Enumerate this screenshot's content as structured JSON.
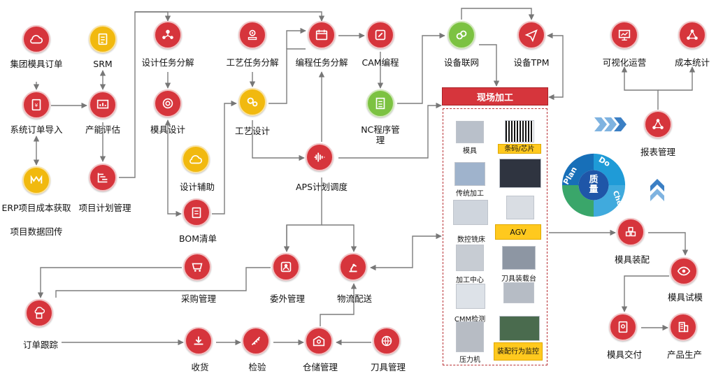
{
  "nodes": {
    "group_order": {
      "label": "集团模具订单",
      "icon": "cloud-icon"
    },
    "srm": {
      "label": "SRM",
      "icon": "document-icon"
    },
    "design_task": {
      "label": "设计任务分解",
      "icon": "team-icon"
    },
    "process_task": {
      "label": "工艺任务分解",
      "icon": "gear-icon"
    },
    "program_task": {
      "label": "编程任务分解",
      "icon": "calendar-icon"
    },
    "cam": {
      "label": "CAM编程",
      "icon": "edit-icon"
    },
    "device_net": {
      "label": "设备联网",
      "icon": "link-icon"
    },
    "tpm": {
      "label": "设备TPM",
      "icon": "send-icon"
    },
    "visual_ops": {
      "label": "可视化运营",
      "icon": "monitor-icon"
    },
    "cost_stat": {
      "label": "成本统计",
      "icon": "network-icon"
    },
    "order_import": {
      "label": "系统订单导入",
      "icon": "receipt-icon"
    },
    "capacity": {
      "label": "产能评估",
      "icon": "chart-icon"
    },
    "mold_design": {
      "label": "模具设计",
      "icon": "target-icon"
    },
    "process_design": {
      "label": "工艺设计",
      "icon": "gears-icon"
    },
    "nc": {
      "label": "NC程序管理",
      "icon": "checklist-icon"
    },
    "report": {
      "label": "报表管理",
      "icon": "network-icon"
    },
    "erp": {
      "label": "ERP项目成本获取",
      "label2": "项目数据回传",
      "icon": "m-logo-icon"
    },
    "plan": {
      "label": "项目计划管理",
      "icon": "gantt-icon"
    },
    "design_aid": {
      "label": "设计辅助",
      "icon": "cloud-icon"
    },
    "aps": {
      "label": "APS计划调度",
      "icon": "wave-icon"
    },
    "bom": {
      "label": "BOM清单",
      "icon": "clipboard-icon"
    },
    "purchase": {
      "label": "采购管理",
      "icon": "cart-icon"
    },
    "outsource": {
      "label": "委外管理",
      "icon": "person-icon"
    },
    "logistics": {
      "label": "物流配送",
      "icon": "robot-arm-icon"
    },
    "order_track": {
      "label": "订单跟踪",
      "icon": "cloud-doc-icon"
    },
    "mold_assembly": {
      "label": "模具装配",
      "icon": "cubes-icon"
    },
    "mold_trial": {
      "label": "模具试模",
      "icon": "eye-icon"
    },
    "receiving": {
      "label": "收货",
      "icon": "download-icon"
    },
    "inspection": {
      "label": "检验",
      "icon": "ruler-icon"
    },
    "warehouse": {
      "label": "仓储管理",
      "icon": "warehouse-icon"
    },
    "tooling": {
      "label": "刀具管理",
      "icon": "globe-icon"
    },
    "mold_delivery": {
      "label": "模具交付",
      "icon": "location-doc-icon"
    },
    "production": {
      "label": "产品生产",
      "icon": "building-icon"
    }
  },
  "workshop": {
    "title": "现场加工",
    "items": {
      "mold": "模具",
      "barcode": "条码/芯片",
      "traditional": "传统加工",
      "cnc_mill": "数控铣床",
      "agv": "AGV",
      "machining_center": "加工中心",
      "tool_station": "刀具装载台",
      "cmm": "CMM检测",
      "press": "压力机",
      "assembly_monitor": "装配行为监控"
    }
  },
  "quality": {
    "center": "质量",
    "plan": "Plan",
    "do": "Do",
    "check": "Che"
  },
  "colors": {
    "red": "#d6353c",
    "yellow": "#f1b90f",
    "green": "#7cc242",
    "line": "#777777"
  }
}
